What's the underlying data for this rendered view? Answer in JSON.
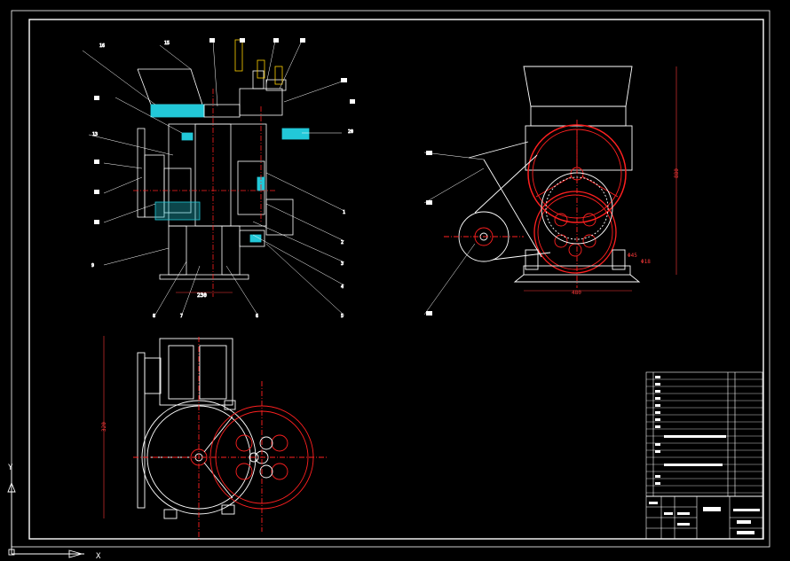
{
  "drawing": {
    "colors": {
      "background": "#000000",
      "outline": "#ffffff",
      "centerline": "#ff2020",
      "section_hatch": "#22c8d8",
      "dimension": "#ff3a3a",
      "yellow": "#ffd000"
    },
    "front_view": {
      "part_numbers": [
        "16",
        "15",
        "13",
        "20",
        "9",
        "8",
        "7",
        "6",
        "1",
        "2",
        "3",
        "4",
        "5"
      ],
      "dimension_width": "230"
    },
    "side_view": {
      "dimension_width": "480",
      "dimension_height": "880",
      "dimension_small_a": "Φ45",
      "dimension_small_b": "Φ18"
    },
    "top_view": {
      "dimension_height": "320"
    },
    "axis": {
      "x_label": "X",
      "y_label": "Y"
    }
  }
}
